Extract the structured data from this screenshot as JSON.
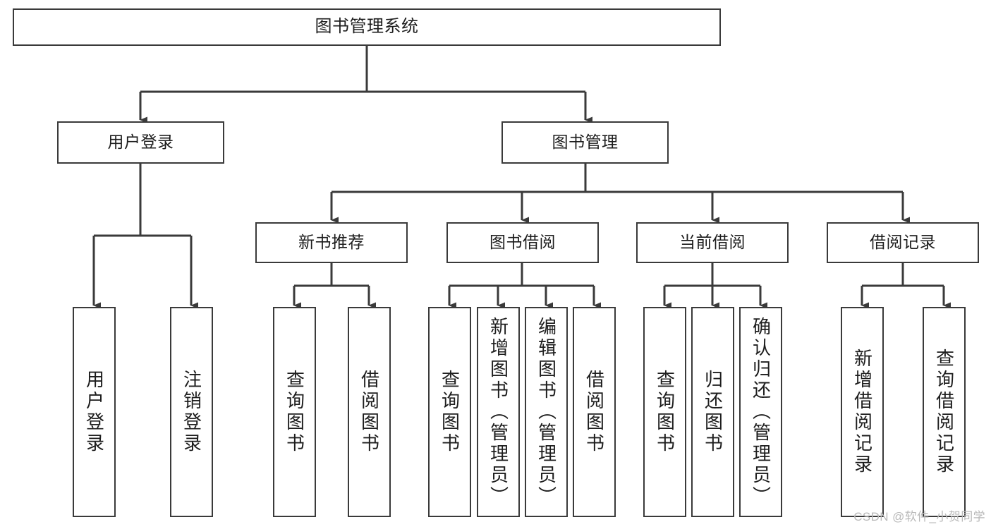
{
  "diagram": {
    "type": "hierarchy-tree",
    "title": "图书管理系统",
    "watermark": "CSDN @软件_小贺同学",
    "colors": {
      "box_stroke": "#3a3a3a",
      "box_fill": "#ffffff",
      "connector": "#3a3a3a",
      "text": "#1d1d1d",
      "watermark": "#b9b9b9"
    },
    "nodes": {
      "root": {
        "label": "图书管理系统",
        "orientation": "horizontal"
      },
      "level1": [
        {
          "id": "user-login",
          "label": "用户登录",
          "orientation": "horizontal"
        },
        {
          "id": "book-management",
          "label": "图书管理",
          "orientation": "horizontal"
        }
      ],
      "level2": [
        {
          "id": "new-book-recommend",
          "label": "新书推荐",
          "orientation": "horizontal",
          "parent": "book-management"
        },
        {
          "id": "book-borrow",
          "label": "图书借阅",
          "orientation": "horizontal",
          "parent": "book-management"
        },
        {
          "id": "current-borrow",
          "label": "当前借阅",
          "orientation": "horizontal",
          "parent": "book-management"
        },
        {
          "id": "borrow-record",
          "label": "借阅记录",
          "orientation": "horizontal",
          "parent": "book-management"
        }
      ],
      "leaves": [
        {
          "id": "leaf-user-login",
          "label": "用户登录",
          "orientation": "vertical",
          "parent": "user-login"
        },
        {
          "id": "leaf-user-logout",
          "label": "注销登录",
          "orientation": "vertical",
          "parent": "user-login"
        },
        {
          "id": "leaf-query-book-1",
          "label": "查询图书",
          "orientation": "vertical",
          "parent": "new-book-recommend"
        },
        {
          "id": "leaf-borrow-book-1",
          "label": "借阅图书",
          "orientation": "vertical",
          "parent": "new-book-recommend"
        },
        {
          "id": "leaf-query-book-2",
          "label": "查询图书",
          "orientation": "vertical",
          "parent": "book-borrow"
        },
        {
          "id": "leaf-add-book",
          "label": "新增图书（管理员）",
          "orientation": "vertical",
          "parent": "book-borrow"
        },
        {
          "id": "leaf-edit-book",
          "label": "编辑图书（管理员）",
          "orientation": "vertical",
          "parent": "book-borrow"
        },
        {
          "id": "leaf-borrow-book-2",
          "label": "借阅图书",
          "orientation": "vertical",
          "parent": "book-borrow"
        },
        {
          "id": "leaf-query-book-3",
          "label": "查询图书",
          "orientation": "vertical",
          "parent": "current-borrow"
        },
        {
          "id": "leaf-return-book",
          "label": "归还图书",
          "orientation": "vertical",
          "parent": "current-borrow"
        },
        {
          "id": "leaf-confirm-return",
          "label": "确认归还（管理员）",
          "orientation": "vertical",
          "parent": "current-borrow"
        },
        {
          "id": "leaf-add-record",
          "label": "新增借阅记录",
          "orientation": "vertical",
          "parent": "borrow-record"
        },
        {
          "id": "leaf-query-record",
          "label": "查询借阅记录",
          "orientation": "vertical",
          "parent": "borrow-record"
        }
      ]
    }
  }
}
